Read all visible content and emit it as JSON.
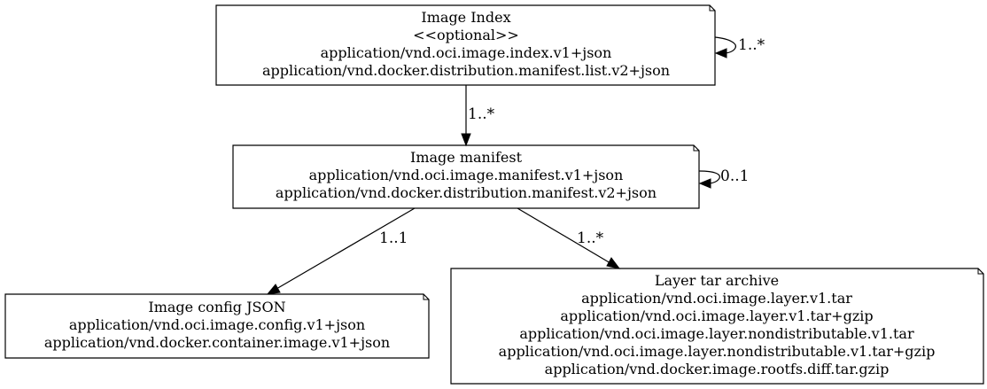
{
  "nodes": {
    "image_index": {
      "lines": [
        "Image Index",
        "<<optional>>",
        "application/vnd.oci.image.index.v1+json",
        "application/vnd.docker.distribution.manifest.list.v2+json"
      ]
    },
    "image_manifest": {
      "lines": [
        "Image manifest",
        "application/vnd.oci.image.manifest.v1+json",
        "application/vnd.docker.distribution.manifest.v2+json"
      ]
    },
    "image_config": {
      "lines": [
        "Image config JSON",
        "application/vnd.oci.image.config.v1+json",
        "application/vnd.docker.container.image.v1+json"
      ]
    },
    "layer_tar": {
      "lines": [
        "Layer tar archive",
        "application/vnd.oci.image.layer.v1.tar",
        "application/vnd.oci.image.layer.v1.tar+gzip",
        "application/vnd.oci.image.layer.nondistributable.v1.tar",
        "application/vnd.oci.image.layer.nondistributable.v1.tar+gzip",
        "application/vnd.docker.image.rootfs.diff.tar.gzip"
      ]
    }
  },
  "edges": {
    "index_self": {
      "label": "1..*"
    },
    "index_to_manifest": {
      "label": "1..*"
    },
    "manifest_self": {
      "label": "0..1"
    },
    "manifest_to_config": {
      "label": "1..1"
    },
    "manifest_to_layer": {
      "label": "1..*"
    }
  }
}
